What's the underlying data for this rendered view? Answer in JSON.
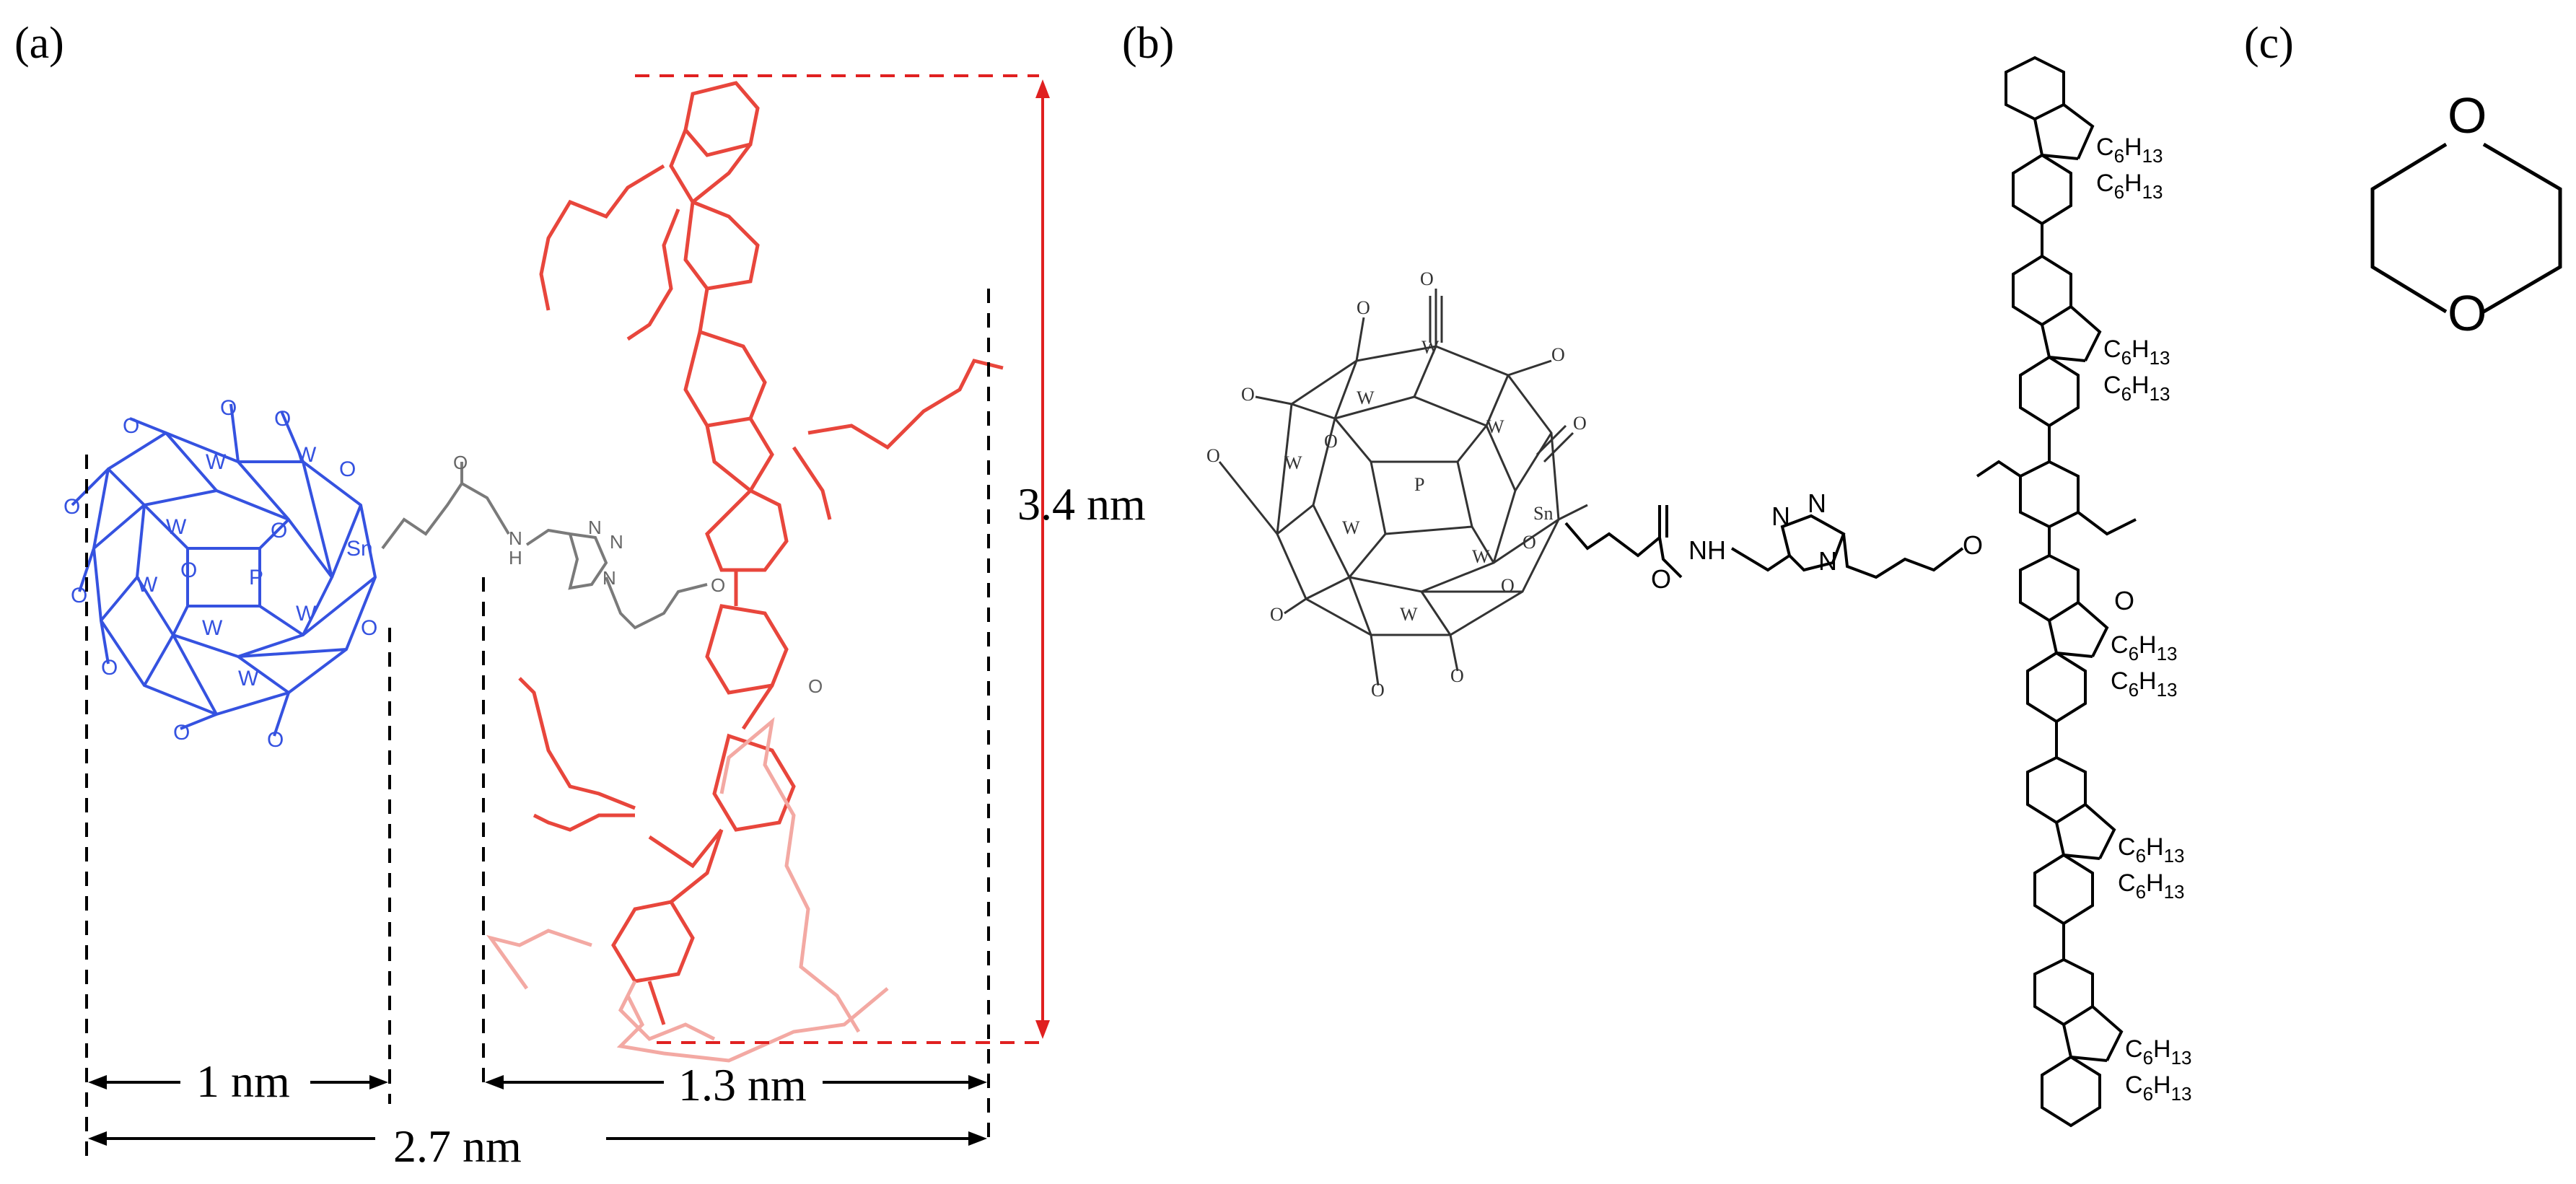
{
  "panels": {
    "a": {
      "label": "(a)"
    },
    "b": {
      "label": "(b)"
    },
    "c": {
      "label": "(c)"
    }
  },
  "dimensions": {
    "height": "3.4 nm",
    "pom_width": "1 nm",
    "polymer_width": "1.3 nm",
    "total_width": "2.7 nm"
  },
  "atoms": {
    "W": "W",
    "O": "O",
    "P": "P",
    "Sn": "Sn",
    "N": "N",
    "H": "H",
    "NH": "NH",
    "C6H13_main": "C",
    "C6H13_sub1": "6",
    "C6H13_h": "H",
    "C6H13_sub2": "13"
  },
  "colors": {
    "pom_blue": "#3552e0",
    "polymer_red": "#e8463c",
    "polymer_faded": "#f3a9a3",
    "linker_grey": "#7a7a7a",
    "dimension_black": "#000000",
    "dimension_red": "#e02020",
    "structure_black": "#000000"
  }
}
